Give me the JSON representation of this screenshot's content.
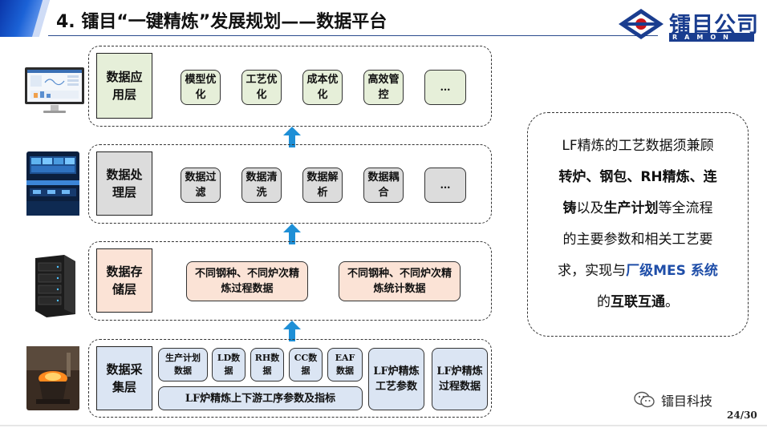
{
  "header": {
    "title": "4. 镭目“一键精炼”发展规划——数据平台",
    "logo_text": "镭目公司",
    "logo_sub": "RAMON"
  },
  "layers": [
    {
      "label": "数据应用层",
      "items": [
        "模型优化",
        "工艺优化",
        "成本优化",
        "高效管控",
        "…"
      ]
    },
    {
      "label": "数据处理层",
      "items": [
        "数据过滤",
        "数据清洗",
        "数据解析",
        "数据耦合",
        "…"
      ]
    },
    {
      "label": "数据存储层",
      "items": [
        "不同钢种、不同炉次精炼过程数据",
        "不同钢种、不同炉次精炼统计数据"
      ]
    },
    {
      "label": "数据采集层",
      "items": [
        "生产计划数据",
        "LD数据",
        "RH数据",
        "CC数据",
        "EAF数据"
      ],
      "wide_item": "LF炉精炼上下游工序参数及指标",
      "side_items": [
        "LF炉精炼工艺参数",
        "LF炉精炼过程数据"
      ]
    }
  ],
  "note": {
    "l1": "LF精炼的工艺数据须兼顾",
    "l2a": "转炉、钢包、RH精炼、连",
    "l3a": "铸",
    "l3b": "以及",
    "l3c": "生产计划",
    "l3d": "等全流程",
    "l4": "的主要参数和相关工艺要",
    "l5a": "求，实现与",
    "l5b": "厂级MES 系统",
    "l6a": "的",
    "l6b": "互联互通",
    "l6c": "。"
  },
  "footer": {
    "wechat_label": "镭目科技",
    "page": "24/30"
  },
  "colors": {
    "accent": "#1a3d8f",
    "arrow": "#1e8fd6",
    "green_box": "#e6efd9",
    "gray_box": "#dcdcdc",
    "pink_box": "#fbe3d6",
    "blue_box": "#dbe5f3"
  }
}
